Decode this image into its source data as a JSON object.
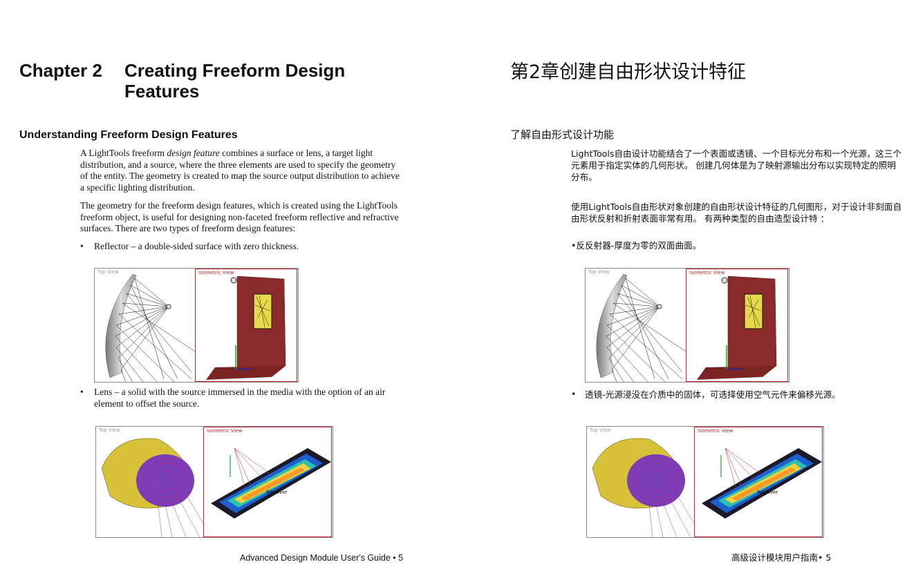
{
  "left": {
    "chapter_label": "Chapter 2",
    "chapter_title": "Creating Freeform Design Features",
    "section_title": "Understanding Freeform Design Features",
    "para1_pre": "A LightTools freeform ",
    "para1_em": "design feature",
    "para1_post": " combines a surface or lens, a target light distribution, and a source, where the three elements are used to specify the geometry of the entity. The geometry is created to map the source output distribution to achieve a specific lighting distribution.",
    "para2": "The geometry for the freeform design features, which is created using the LightTools freeform object, is useful for designing non-faceted freeform reflective and refractive surfaces. There are two types of freeform design features:",
    "bullet_mark": "•",
    "bullet1": "Reflector – a double-sided surface with zero thickness.",
    "bullet2": "Lens – a solid with the source immersed in the media with the option of an air element to offset the source.",
    "footer": "Advanced Design Module User's Guide • 5"
  },
  "right": {
    "chapter_title": "第2章创建自由形状设计特征",
    "section_title": "了解自由形式设计功能",
    "para1": "LightTools自由设计功能结合了一个表面或透镜、一个目标光分布和一个光源，这三个元素用于指定实体的几何形状。 创建几何体是为了映射源输出分布以实现特定的照明分布。",
    "para2": "使用LightTools自由形状对象创建的自由形状设计特征的几何图形，对于设计非刻面自由形状反射和折射表面非常有用。 有两种类型的自由造型设计特   ：",
    "bullet1": "•反反射器-厚度为零的双面曲面。",
    "bullet2_mark": "•",
    "bullet2": "透镜-光源浸没在介质中的固体，可选择使用空气元件来偏移光源。",
    "footer": "高级设计模块用户指南• 5"
  },
  "figures": {
    "top_view": "Top View",
    "iso_view": "Isometric View",
    "receiver_label": "Receiver"
  },
  "colors": {
    "reflector_wall": "#8b2a2a",
    "iso_border": "#c0262b",
    "lens_body": "#d8c23a",
    "lens_rays": "#b0181f"
  }
}
